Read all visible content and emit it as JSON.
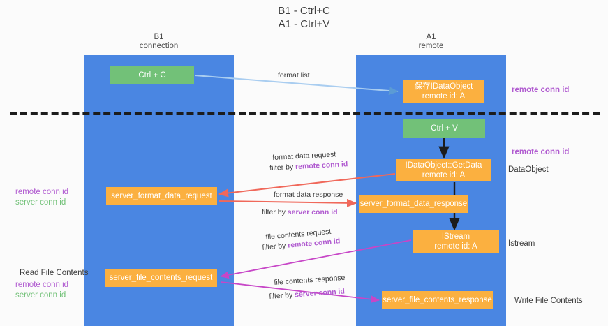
{
  "title": "B1 - Ctrl+C\nA1 - Ctrl+V",
  "lanes": [
    {
      "name": "b1",
      "header": "B1\nconnection"
    },
    {
      "name": "a1",
      "header": "A1\nremote"
    }
  ],
  "nodes": {
    "ctrl_c": "Ctrl + C",
    "save_data_object": "保存IDataObject\nremote id: A",
    "ctrl_v": "Ctrl + V",
    "get_data": "IDataObject::GetData\nremote id: A",
    "server_format_data_request": "server_format_data_request",
    "server_format_data_response": "server_format_data_response",
    "istream": "IStream\nremote id: A",
    "server_file_contents_request": "server_file_contents_request",
    "server_file_contents_response": "server_file_contents_response"
  },
  "edges": {
    "format_list": "format list",
    "format_data_request": "format data request",
    "format_data_request_filter_prefix": "filter by ",
    "format_data_request_filter_key": "remote conn id",
    "format_data_response": "format data response",
    "format_data_response_filter_prefix": "filter by ",
    "format_data_response_filter_key": "server conn id",
    "file_contents_request": "file contents request",
    "file_contents_request_filter_prefix": "filter by ",
    "file_contents_request_filter_key": "remote conn id",
    "file_contents_response": "file contents response",
    "file_contents_response_filter_prefix": "filter by ",
    "file_contents_response_filter_key": "server conn id"
  },
  "annotations": {
    "remote_conn_id_top": "remote conn id",
    "remote_conn_id_mid": "remote conn id",
    "data_object": "DataObject",
    "istream": "Istream",
    "write_file_contents": "Write File Contents",
    "read_file_contents": "Read File Contents",
    "left_remote_conn_id_1": "remote conn id",
    "left_server_conn_id_1": "server conn id",
    "left_remote_conn_id_2": "remote conn id",
    "left_server_conn_id_2": "server conn id"
  },
  "colors": {
    "lane": "#4a86e2",
    "node_orange": "#fbb040",
    "node_green": "#72c178",
    "accent_purple": "#b05ad0",
    "accent_green": "#72c178",
    "arrow_blue": "#a9cdf0",
    "arrow_red": "#f0685a",
    "arrow_magenta": "#c746c7",
    "arrow_black": "#1c1c1c",
    "divider": "#1c1c1c"
  }
}
